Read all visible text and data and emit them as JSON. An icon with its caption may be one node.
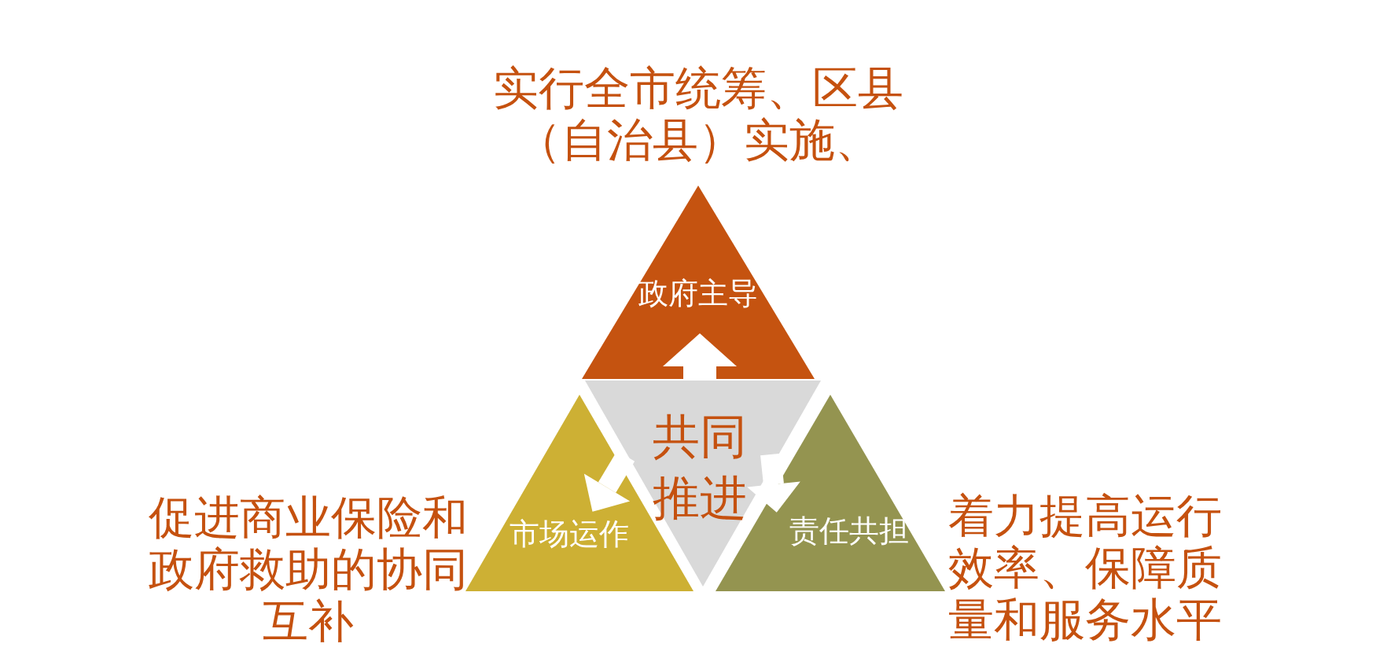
{
  "diagram": {
    "nodes": [
      {
        "text": [
          "政府主导"
        ],
        "beside": [
          "实行全市统筹、区县（自治县）实施、"
        ]
      },
      {
        "text": [
          "市场运作"
        ],
        "beside": [
          "促进商业保险和政府救助的协同互补"
        ]
      },
      {
        "text": [
          "共同推进"
        ]
      },
      {
        "text": [
          "责任共担"
        ],
        "beside": [
          "着力提高运行效率、保障质量和服务水平"
        ]
      }
    ],
    "edges": [
      {
        "from": 2,
        "to": 0,
        "arrow": "to"
      },
      {
        "from": 2,
        "to": 1,
        "arrow": "to"
      },
      {
        "from": 2,
        "to": 3,
        "arrow": "to"
      }
    ]
  }
}
